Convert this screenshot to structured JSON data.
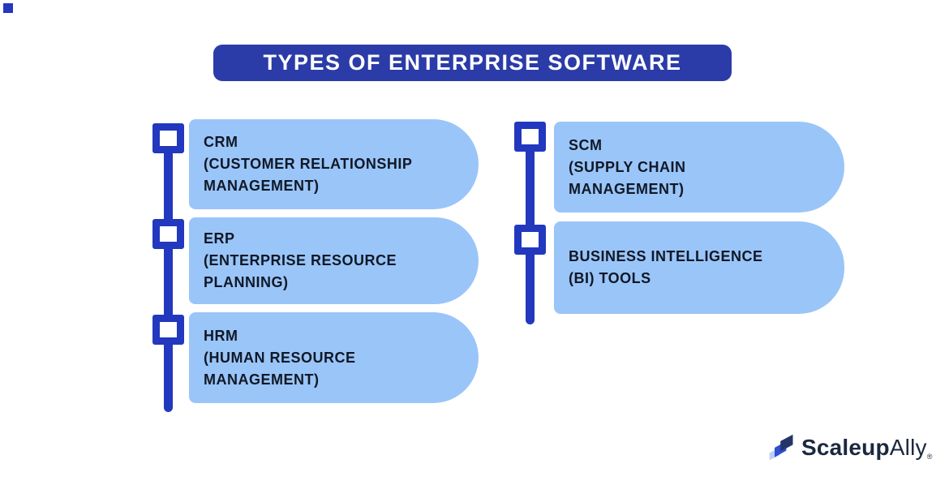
{
  "title": {
    "text": "TYPES OF ENTERPRISE SOFTWARE"
  },
  "colors": {
    "banner": "#2B3CA8",
    "timeline": "#2238BE",
    "card_bg": "#9AC5F8",
    "card_text": "#101826",
    "logo_text": "#1B2840",
    "logo_mark_dark": "#253569",
    "logo_mark_mid": "#2E4FD0",
    "logo_mark_light": "#BCCFF4",
    "background": "#FFFFFF"
  },
  "columns": {
    "left": [
      {
        "label": "CRM\n(CUSTOMER RELATIONSHIP\nMANAGEMENT)"
      },
      {
        "label": "ERP\n(ENTERPRISE RESOURCE\nPLANNING)"
      },
      {
        "label": "HRM\n(HUMAN RESOURCE\nMANAGEMENT)"
      }
    ],
    "right": [
      {
        "label": "SCM\n(SUPPLY CHAIN\nMANAGEMENT)"
      },
      {
        "label": "BUSINESS INTELLIGENCE\n(BI) TOOLS"
      }
    ]
  },
  "brand": {
    "bold": "Scaleup",
    "light": "Ally",
    "registered": "®"
  }
}
